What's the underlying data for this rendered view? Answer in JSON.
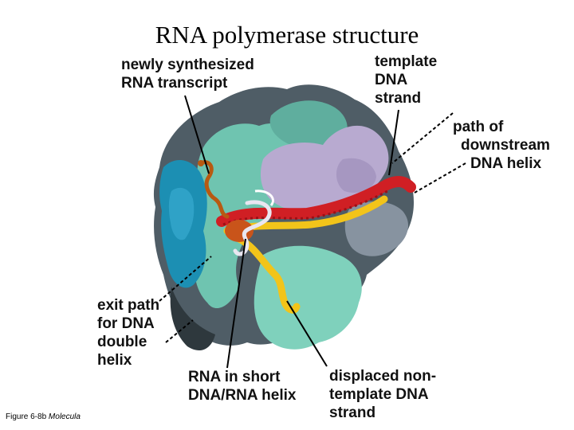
{
  "title": "RNA polymerase structure",
  "labels": {
    "rna_transcript": [
      "newly synthesized",
      "RNA transcript"
    ],
    "template_dna": [
      "template",
      "DNA",
      "strand"
    ],
    "downstream_path": [
      "path of",
      "downstream",
      "DNA helix"
    ],
    "exit_path": [
      "exit path",
      "for DNA",
      "double",
      "helix"
    ],
    "rna_dna_helix": [
      "RNA in short",
      "DNA/RNA helix"
    ],
    "nontemplate": [
      "displaced non-",
      "template DNA",
      "strand"
    ]
  },
  "caption": {
    "figure": "Figure 6-8b",
    "source": "Molecula"
  },
  "colors": {
    "cyan_domain": "#1a8fb0",
    "teal_domain": "#6fc7b2",
    "lavender_domain": "#b7a8cf",
    "dark_domain": "#4c5a62",
    "dna_red": "#d01f24",
    "dna_yellow": "#f2c41a",
    "rna_orange": "#b85a12"
  }
}
